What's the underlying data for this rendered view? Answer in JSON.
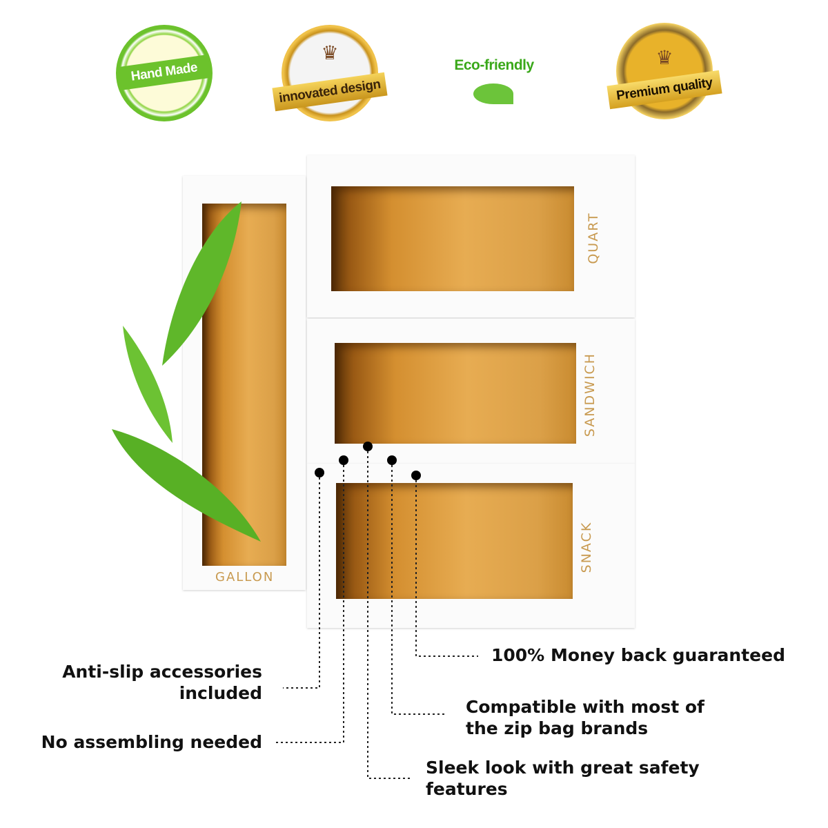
{
  "badges": [
    {
      "label": "Hand Made",
      "color": "#7dc83a"
    },
    {
      "label": "innovated design",
      "color": "#d4a12a"
    },
    {
      "label": "Eco-friendly",
      "color": "#5cc02a"
    },
    {
      "label": "Premium quality",
      "color": "#d9a520"
    }
  ],
  "organizer": {
    "compartments": [
      "GALLON",
      "QUART",
      "SANDWICH",
      "SNACK"
    ]
  },
  "callouts": {
    "anti_slip": [
      "Anti-slip accessories",
      "included"
    ],
    "no_assembly": "No assembling needed",
    "sleek": [
      "Sleek look with great safety",
      "features"
    ],
    "compatible": [
      "Compatible with most of",
      "the zip bag brands"
    ],
    "money_back": "100% Money back guaranteed"
  }
}
